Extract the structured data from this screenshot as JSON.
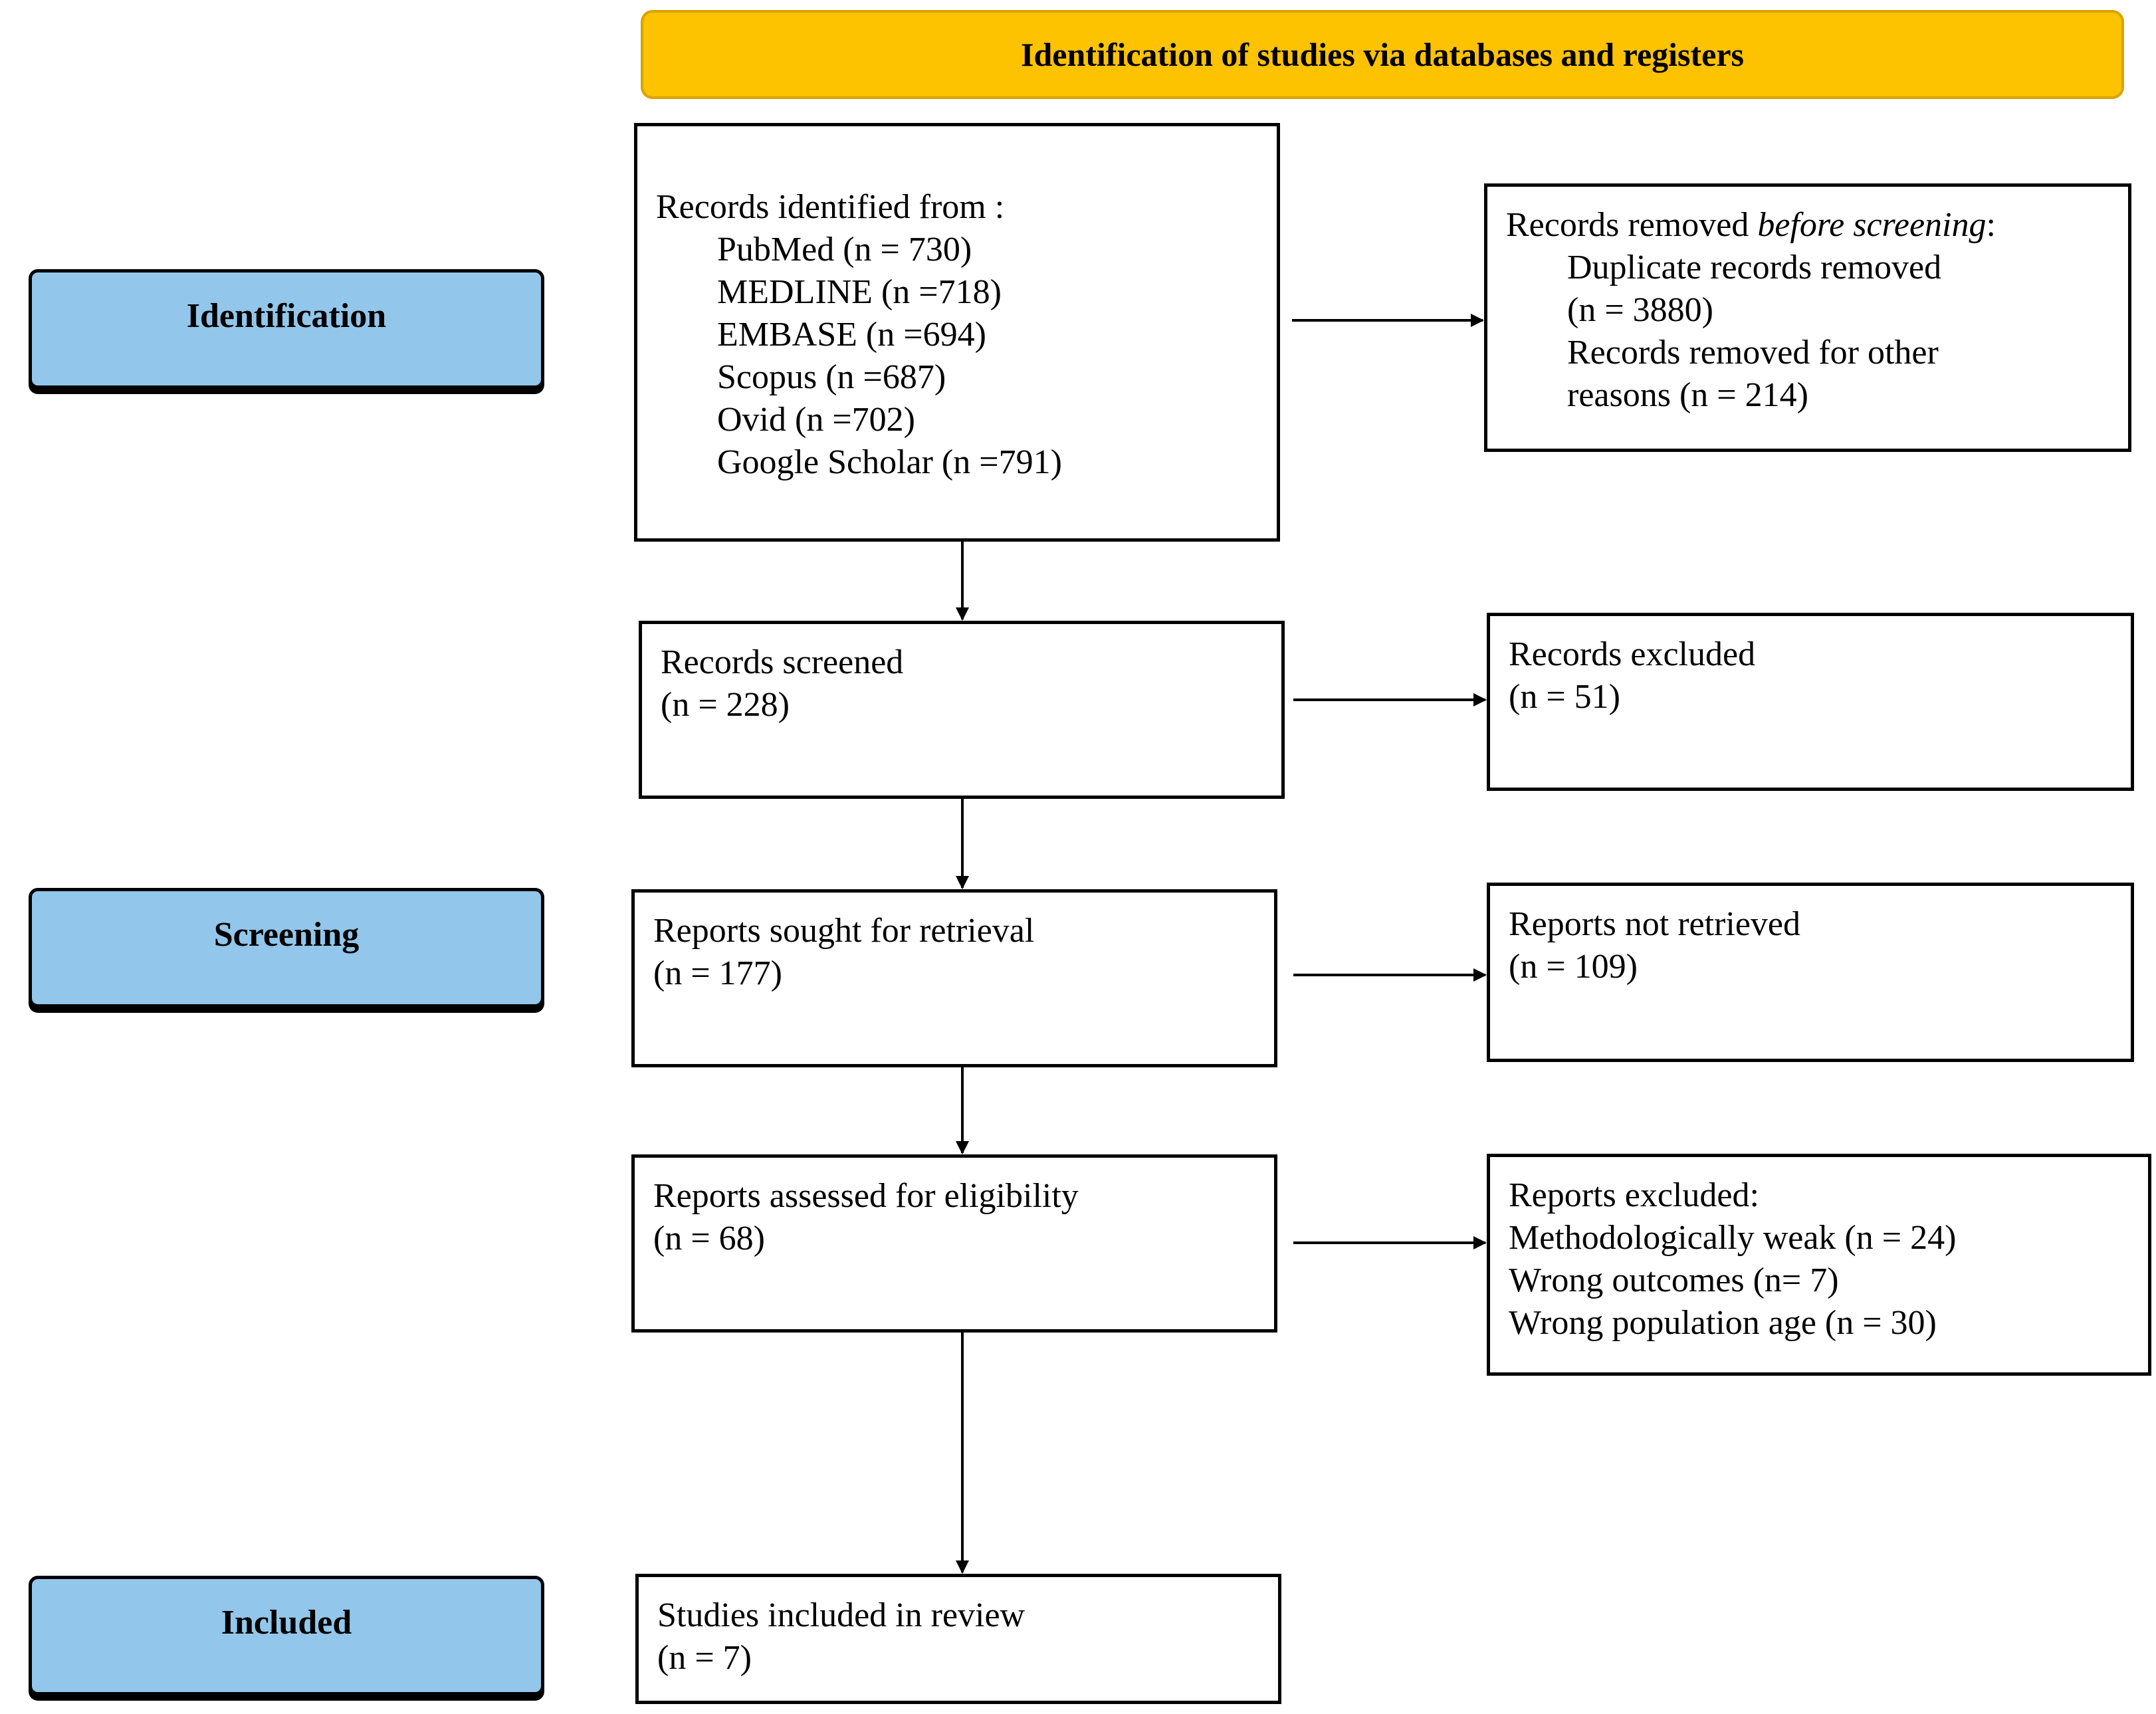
{
  "header": {
    "title": "Identification of studies via databases and registers"
  },
  "stages": {
    "identification": "Identification",
    "screening": "Screening",
    "included": "Included"
  },
  "records_identified": {
    "heading": "Records identified from  :",
    "sources": [
      "PubMed (n = 730)",
      "MEDLINE (n =718)",
      "EMBASE (n =694)",
      "Scopus (n =687)",
      "Ovid (n =702)",
      "Google Scholar (n =791)"
    ]
  },
  "records_removed": {
    "heading_prefix": "Records removed ",
    "heading_italic": "before screening",
    "heading_suffix": ":",
    "duplicate_label": "Duplicate records removed",
    "duplicate_count": "(n = 3880)",
    "other_label": "Records removed for other",
    "other_count": "reasons (n = 214)"
  },
  "records_screened": {
    "label": "Records screened",
    "count": "(n = 228)"
  },
  "records_excluded": {
    "label": "Records excluded",
    "count": "(n = 51)"
  },
  "reports_sought": {
    "label": "Reports sought for retrieval",
    "count": "(n = 177)"
  },
  "reports_not_retrieved": {
    "label": "Reports not retrieved",
    "count": "(n = 109)"
  },
  "reports_assessed": {
    "label": "Reports assessed for eligibility",
    "count": "(n = 68)"
  },
  "reports_excluded": {
    "label": "Reports excluded:",
    "reasons": [
      "Methodologically weak (n = 24)",
      "Wrong outcomes (n= 7)",
      "Wrong population age (n = 30)"
    ]
  },
  "studies_included": {
    "label": "Studies included in review",
    "count": "(n = 7)"
  }
}
